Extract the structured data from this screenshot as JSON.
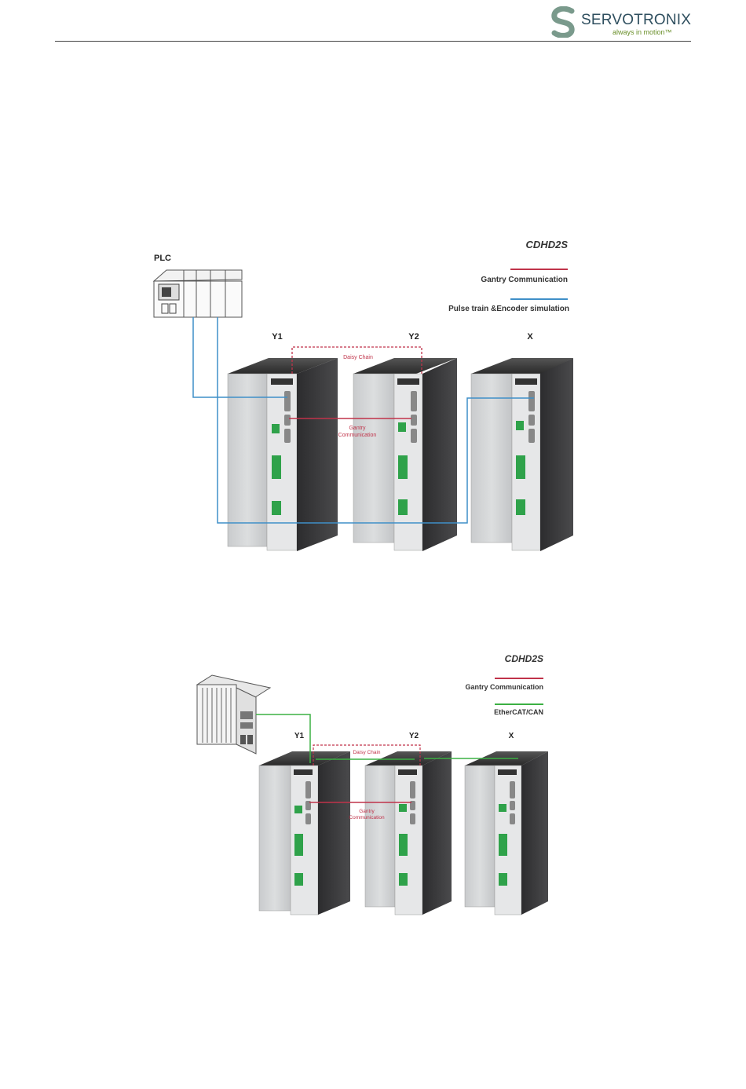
{
  "header": {
    "logo_name": "SERVOTRONIX",
    "logo_tag": "always in motion™",
    "brand_color": "#2f4f5f",
    "accent_color": "#6a8f2a"
  },
  "colors": {
    "gantry": "#c0334a",
    "pulse": "#3f8fc8",
    "ethercat": "#3cb043",
    "connector_green": "#2fa24a"
  },
  "diagram1": {
    "product": "CDHD2S",
    "plc_label": "PLC",
    "legend_gantry": "Gantry Communication",
    "legend_pulse": "Pulse train &Encoder simulation",
    "axis_y1": "Y1",
    "axis_y2": "Y2",
    "axis_x": "X",
    "daisy_chain": "Daisy Chain",
    "gantry_line1": "Gantry",
    "gantry_line2": "Communication"
  },
  "diagram2": {
    "product": "CDHD2S",
    "legend_gantry": "Gantry Communication",
    "legend_ethercat": "EtherCAT/CAN",
    "axis_y1": "Y1",
    "axis_y2": "Y2",
    "axis_x": "X",
    "daisy_chain": "Daisy Chain",
    "gantry_line1": "Gantry",
    "gantry_line2": "Communication"
  }
}
